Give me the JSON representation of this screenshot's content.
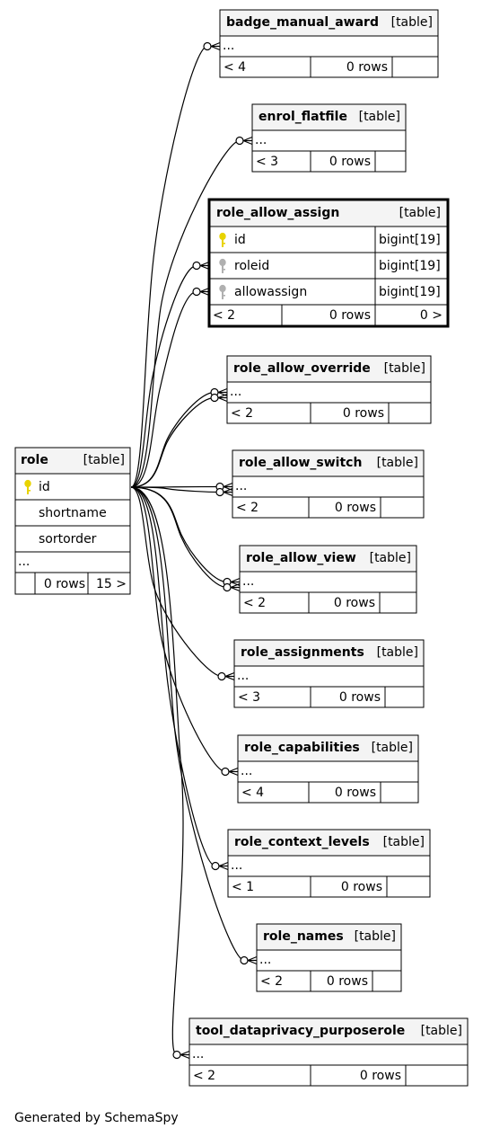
{
  "footer": "Generated by SchemaSpy",
  "colors": {
    "header_bg": "#f4f4f4",
    "border": "#000000",
    "pk_key": "#e8d300",
    "fk_key": "#b0b0b0"
  },
  "tag": "[table]",
  "role": {
    "name": "role",
    "columns": [
      {
        "name": "id",
        "key": "primary"
      },
      {
        "name": "shortname",
        "key": ""
      },
      {
        "name": "sortorder",
        "key": ""
      }
    ],
    "more": "...",
    "rows": "0 rows",
    "children": "15 >"
  },
  "role_allow_assign": {
    "name": "role_allow_assign",
    "columns": [
      {
        "name": "id",
        "type": "bigint[19]",
        "key": "primary"
      },
      {
        "name": "roleid",
        "type": "bigint[19]",
        "key": "foreign"
      },
      {
        "name": "allowassign",
        "type": "bigint[19]",
        "key": "foreign"
      }
    ],
    "parents": "< 2",
    "rows": "0 rows",
    "children": "0 >"
  },
  "tables": [
    {
      "name": "badge_manual_award",
      "parents": "< 4",
      "rows": "0 rows",
      "more": "..."
    },
    {
      "name": "enrol_flatfile",
      "parents": "< 3",
      "rows": "0 rows",
      "more": "..."
    },
    {
      "name": "role_allow_override",
      "parents": "< 2",
      "rows": "0 rows",
      "more": "..."
    },
    {
      "name": "role_allow_switch",
      "parents": "< 2",
      "rows": "0 rows",
      "more": "..."
    },
    {
      "name": "role_allow_view",
      "parents": "< 2",
      "rows": "0 rows",
      "more": "..."
    },
    {
      "name": "role_assignments",
      "parents": "< 3",
      "rows": "0 rows",
      "more": "..."
    },
    {
      "name": "role_capabilities",
      "parents": "< 4",
      "rows": "0 rows",
      "more": "..."
    },
    {
      "name": "role_context_levels",
      "parents": "< 1",
      "rows": "0 rows",
      "more": "..."
    },
    {
      "name": "role_names",
      "parents": "< 2",
      "rows": "0 rows",
      "more": "..."
    },
    {
      "name": "tool_dataprivacy_purposerole",
      "parents": "< 2",
      "rows": "0 rows",
      "more": "..."
    }
  ]
}
